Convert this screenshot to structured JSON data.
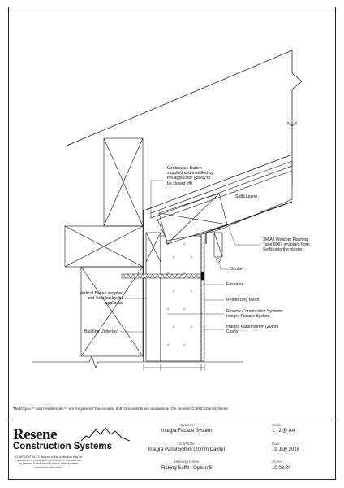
{
  "labels": {
    "continuous_batten": "Continuous Batten\nsupplied and installed by\nthe applicator (cavity to\nbe closed off)",
    "soffit_lining": "Soffit Lining",
    "flashing_tape": "3M All Weather Flashing\nTape 8067 wrapped from\nSoffit onto the plaster.",
    "scriber": "Scriber",
    "fastener": "Fastener",
    "reinforcing_mesh": "Reinforcing Mesh",
    "vertical_batten": "Vertical Batten supplied\nand installed by the\napplicator",
    "integra_system": "Resene Construction Systems\nIntegra Facade System",
    "integra_panel": "Integra Panel 50mm (20mm\nCavity)",
    "building_underlay": "Building Underlay"
  },
  "trademark_note": "TradeSpec™ and RenderSpec™ are Registered Trademarks, both Documents are available on the Resene Construction Systems",
  "title_block": {
    "logo_word": "Resene",
    "logo_sub": "Construction Systems",
    "confidentiality": "CONFIDENTIALITY: No part of this publication may be reproduced or transmitted other than the intended use by Resene Construction Systems without written consent from the author.",
    "system_caption": "System",
    "system_value": "Integra Facade System",
    "substrate_caption": "Substrate",
    "substrate_value": "Integra Panel 50mm (20mm Cavity)",
    "drawing_caption": "Drawing Name",
    "drawing_value": "Raking Soffit - Option 5",
    "scale_caption": "Scale",
    "scale_value": "1 : 2 @ A4",
    "date_caption": "Date",
    "date_value": "19 July 2018",
    "sheet_caption": "Sheet",
    "sheet_value": "10.08.34"
  }
}
